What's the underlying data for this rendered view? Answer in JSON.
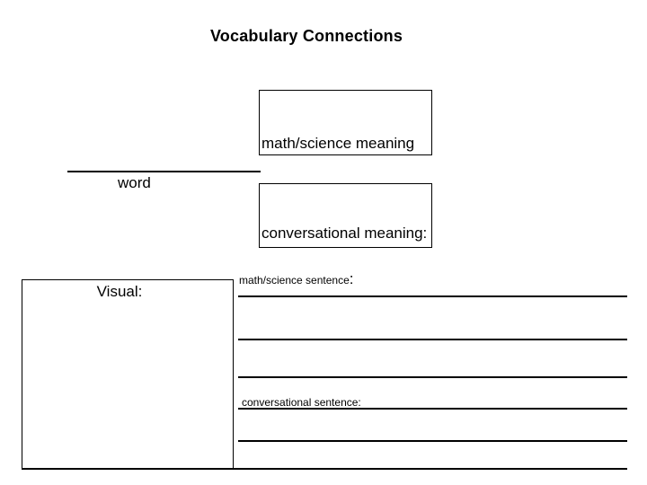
{
  "slide": {
    "title": "Vocabulary Connections",
    "background_color": "#ffffff",
    "line_color": "#000000",
    "text_color": "#000000"
  },
  "word_section": {
    "label": "word"
  },
  "meaning_boxes": {
    "math_science_label": "math/science meaning",
    "conversational_label": "conversational meaning:"
  },
  "visual_box": {
    "label": "Visual:"
  },
  "sentence_section": {
    "math_science_label": "math/science sentence",
    "math_science_colon": ":",
    "conversational_label": "conversational sentence:"
  }
}
